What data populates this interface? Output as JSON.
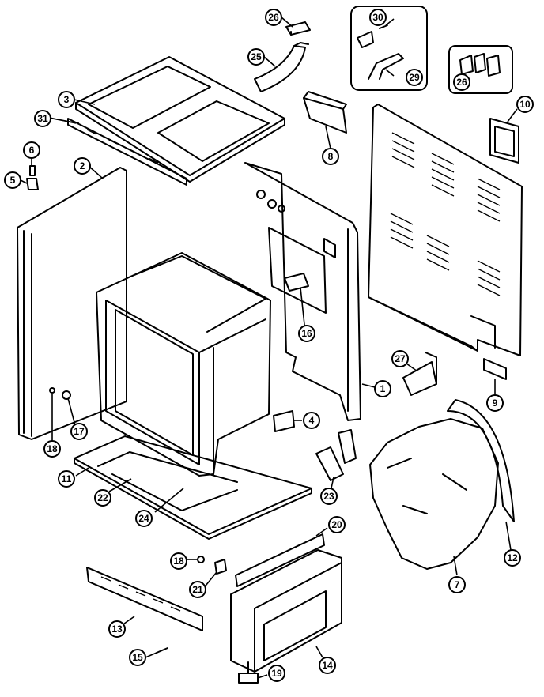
{
  "diagram": {
    "callouts": {
      "c1": "1",
      "c2": "2",
      "c3": "3",
      "c4": "4",
      "c5": "5",
      "c6": "6",
      "c7": "7",
      "c8": "8",
      "c9": "9",
      "c10": "10",
      "c11": "11",
      "c12": "12",
      "c13": "13",
      "c14": "14",
      "c15": "15",
      "c16": "16",
      "c17": "17",
      "c18a": "18",
      "c18b": "18",
      "c19": "19",
      "c20": "20",
      "c21": "21",
      "c22": "22",
      "c23": "23",
      "c24": "24",
      "c25": "25",
      "c26a": "26",
      "c26b": "26",
      "c27": "27",
      "c29": "29",
      "c30": "30",
      "c31": "31"
    }
  }
}
